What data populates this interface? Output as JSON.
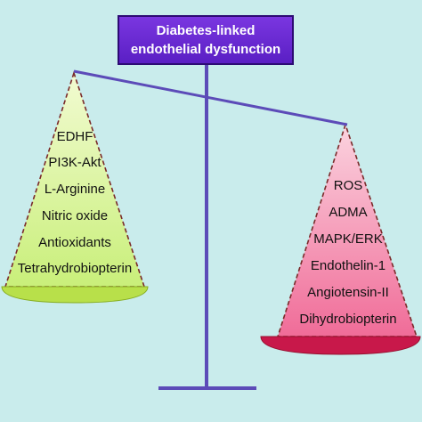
{
  "title": {
    "line1": "Diabetes-linked",
    "line2": "endothelial dysfunction"
  },
  "left_pan": {
    "items": [
      "EDHF",
      "PI3K-Akt",
      "L-Arginine",
      "Nitric oxide",
      "Antioxidants",
      "Tetrahydrobiopterin"
    ],
    "fill_color": "#d8f5a0",
    "base_color": "#b8e04a"
  },
  "right_pan": {
    "items": [
      "ROS",
      "ADMA",
      "MAPK/ERK",
      "Endothelin-1",
      "Angiotensin-II",
      "Dihydrobiopterin"
    ],
    "fill_color": "#f78fb0",
    "base_color": "#c8184a"
  },
  "colors": {
    "background": "#c9ecec",
    "beam": "#5c4bb8",
    "cone_outline": "#7a2a2a"
  }
}
